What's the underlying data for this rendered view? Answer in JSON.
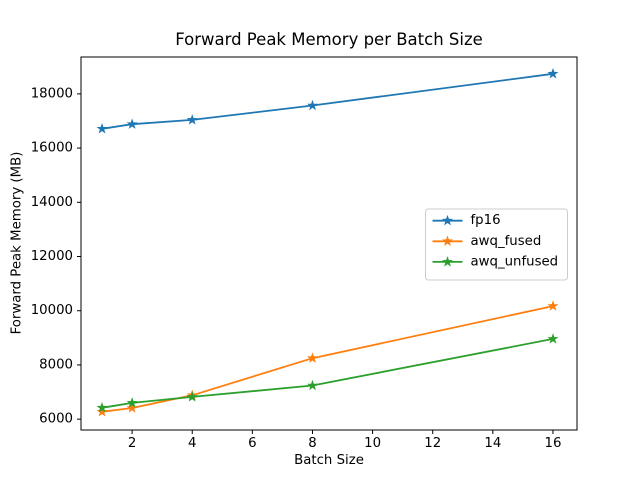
{
  "figure": {
    "background": "#ffffff"
  },
  "chart_data": {
    "type": "line",
    "title": "Forward Peak Memory per Batch Size",
    "xlabel": "Batch Size",
    "ylabel": "Forward Peak Memory (MB)",
    "x": [
      1,
      2,
      4,
      8,
      16
    ],
    "series": [
      {
        "name": "fp16",
        "color": "#1f77b4",
        "values": [
          16710,
          16880,
          17040,
          17570,
          18740
        ]
      },
      {
        "name": "awq_fused",
        "color": "#ff7f0e",
        "values": [
          6270,
          6410,
          6880,
          8250,
          10170
        ]
      },
      {
        "name": "awq_unfused",
        "color": "#2ca02c",
        "values": [
          6420,
          6600,
          6820,
          7240,
          8960
        ]
      }
    ],
    "xlim": [
      0.3,
      16.8
    ],
    "ylim": [
      5600,
      19360
    ],
    "xticks": [
      2,
      4,
      6,
      8,
      10,
      12,
      14,
      16
    ],
    "yticks": [
      6000,
      8000,
      10000,
      12000,
      14000,
      16000,
      18000
    ],
    "marker": "star",
    "grid": false,
    "legend": {
      "position": "center right",
      "border_color": "#cccccc",
      "background": "#ffffff"
    },
    "axis_color": "#000000",
    "tick_label_color": "#000000"
  }
}
